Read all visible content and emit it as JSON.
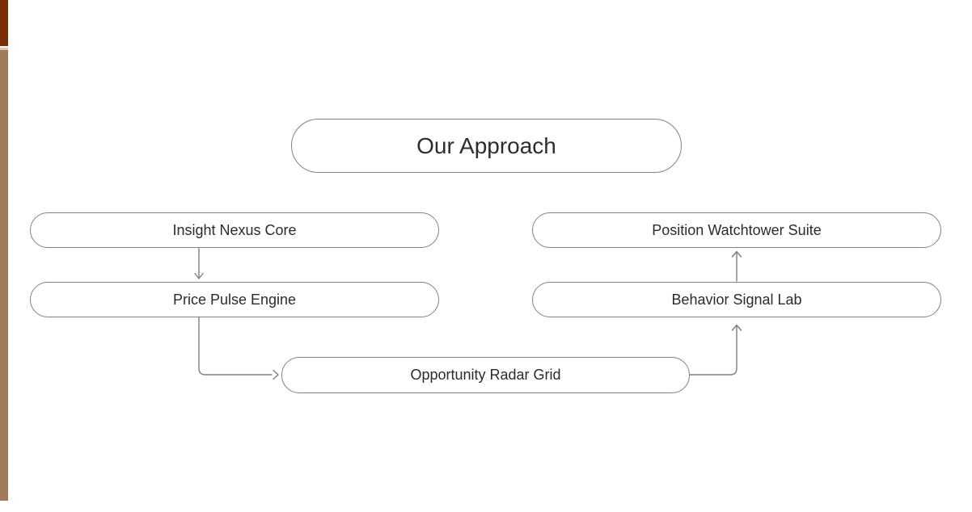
{
  "slide": {
    "background_color": "#FFFFFF",
    "accent_bars": [
      {
        "name": "top-left-red-bar",
        "color": "#7A2D05"
      },
      {
        "name": "left-tan-bar",
        "color": "#A2795B"
      }
    ]
  },
  "diagram": {
    "title": "Our Approach",
    "nodes": [
      {
        "id": "insight-nexus-core",
        "label": "Insight Nexus Core"
      },
      {
        "id": "price-pulse-engine",
        "label": "Price Pulse Engine"
      },
      {
        "id": "position-watchtower-suite",
        "label": "Position Watchtower Suite"
      },
      {
        "id": "behavior-signal-lab",
        "label": "Behavior Signal Lab"
      },
      {
        "id": "opportunity-radar-grid",
        "label": "Opportunity Radar Grid"
      }
    ],
    "connectors": [
      {
        "from": "insight-nexus-core",
        "to": "price-pulse-engine",
        "direction": "down"
      },
      {
        "from": "price-pulse-engine",
        "to": "opportunity-radar-grid",
        "direction": "down-then-right"
      },
      {
        "from": "opportunity-radar-grid",
        "to": "behavior-signal-lab",
        "direction": "right-then-up"
      },
      {
        "from": "behavior-signal-lab",
        "to": "position-watchtower-suite",
        "direction": "up"
      }
    ],
    "colors": {
      "node_border": "#828282",
      "node_text": "#2B2B2B",
      "connector": "#7E7E7E"
    }
  }
}
